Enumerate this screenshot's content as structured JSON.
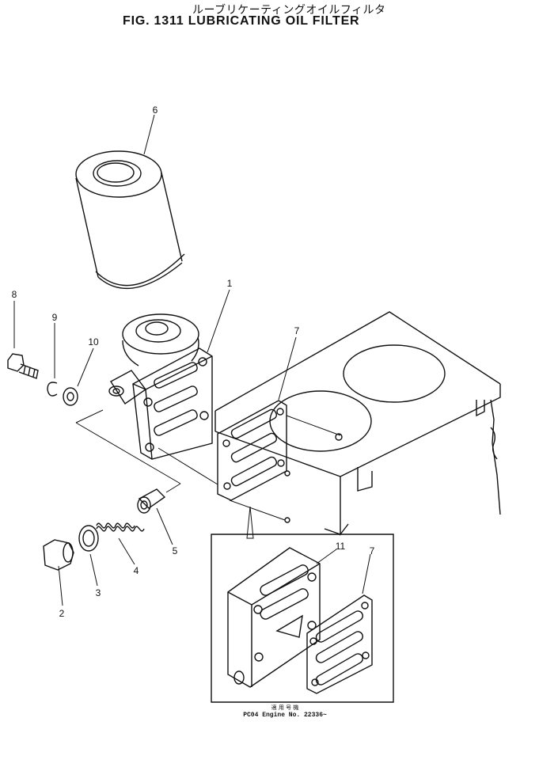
{
  "figure": {
    "subtitle_jp": "ルーブリケーティングオイルフィルタ",
    "title": "FIG. 1311  LUBRICATING OIL FILTER"
  },
  "callouts": [
    {
      "id": "1",
      "label": "1"
    },
    {
      "id": "2",
      "label": "2"
    },
    {
      "id": "3",
      "label": "3"
    },
    {
      "id": "4",
      "label": "4"
    },
    {
      "id": "5",
      "label": "5"
    },
    {
      "id": "6",
      "label": "6"
    },
    {
      "id": "7a",
      "label": "7"
    },
    {
      "id": "7b",
      "label": "7"
    },
    {
      "id": "8",
      "label": "8"
    },
    {
      "id": "9",
      "label": "9"
    },
    {
      "id": "10",
      "label": "10"
    },
    {
      "id": "11",
      "label": "11"
    }
  ],
  "inset": {
    "caption_jp": "適 用 号 機",
    "caption": "PC04  Engine  No. 22336~"
  }
}
